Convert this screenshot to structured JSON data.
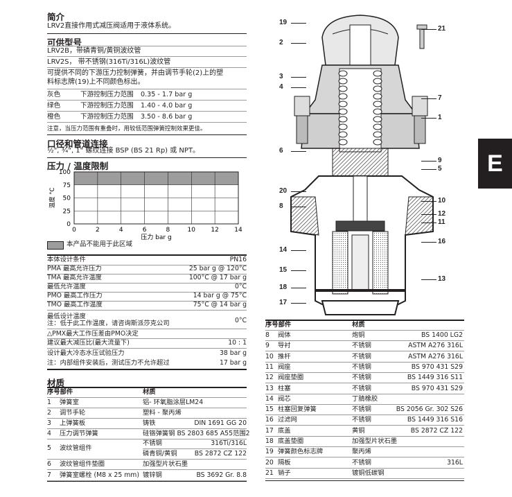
{
  "intro": {
    "heading": "简介",
    "text": "LRV2直接作用式减压阀适用于液体系统。"
  },
  "models": {
    "heading": "可供型号",
    "lines": [
      "LRV2B，带磷青铜/黄铜波纹管",
      "LRV2S，  带不锈钢(316Ti/316L)波纹管"
    ],
    "note1": "可提供不同的下游压力控制弹簧，并由调节手轮(2)上的塑",
    "note2": "料标志牌(19)上不同颜色标出。",
    "springs": [
      {
        "color": "灰色",
        "label": "下游控制压力范围",
        "range": "0.35 - 1.7 bar g"
      },
      {
        "color": "绿色",
        "label": "下游控制压力范围",
        "range": "1.40 - 4.0 bar g"
      },
      {
        "color": "橙色",
        "label": "下游控制压力范围",
        "range": "3.50 - 8.6 bar g"
      }
    ],
    "footnote": "注意，当压力范围有重叠时，用较低范围弹簧控制效果更佳。"
  },
  "connections": {
    "heading": "口径和管道连接",
    "text": "½\", ¾\", 1\" 螺纹连接 BSP (BS 21 Rp) 或 NPT。"
  },
  "limits": {
    "heading": "压力 / 温度限制",
    "legend": "本产品不能用于此区域"
  },
  "chart_data": {
    "type": "area",
    "x_ticks": [
      "0",
      "2",
      "4",
      "6",
      "8",
      "10",
      "12",
      "14"
    ],
    "y_ticks": [
      "0",
      "25",
      "50",
      "75",
      "100"
    ],
    "xlim": [
      0,
      14
    ],
    "ylim": [
      0,
      100
    ],
    "xlabel": "压力 bar g",
    "ylabel": "温度 °C",
    "shaded_region": {
      "y_from": 75,
      "y_to": 100,
      "x_from": 0,
      "x_to": 14
    },
    "grid": true
  },
  "design": [
    {
      "label": "本体设计条件",
      "value": "PN16"
    },
    {
      "label": "PMA 最高允许压力",
      "value": "25 bar g @ 120°C"
    },
    {
      "label": "TMA 最高允许温度",
      "value": "100°C @ 17 bar g"
    },
    {
      "label": "最低允许温度",
      "value": "0°C"
    },
    {
      "label": "PMO 最高工作压力",
      "value": "14 bar g @ 75°C"
    },
    {
      "label": "TMO 最高工作温度",
      "value": "75°C @ 14 bar g"
    }
  ],
  "min_temp": {
    "label1": "最低设计温度",
    "label2": "注：低于此工作温度，请咨询斯派莎克公司",
    "value": "0°C"
  },
  "dpmx": {
    "label": "△PMX最大工作压差由PMO决定",
    "row1_label": "建议最大减压比(最大流量下)",
    "row1_value": "10 : 1",
    "row2_label": "设计最大冷态水压试验压力",
    "row2_value": "38 bar g",
    "row3_label": "注：内部组件安装后，测试压力不允许超过",
    "row3_value": "17 bar g"
  },
  "materials": {
    "heading": "材质",
    "col_no": "序号部件",
    "col_mat": "材质",
    "left": [
      {
        "no": "1",
        "part": "弹簧室",
        "mat": "铝- 环氧脂涂层LM24",
        "std": ""
      },
      {
        "no": "2",
        "part": "调节手轮",
        "mat": "塑料 - 聚丙烯",
        "std": ""
      },
      {
        "no": "3",
        "part": "上弹簧板",
        "mat": "铸铁",
        "std": "DIN 1691 GG 20"
      },
      {
        "no": "4",
        "part": "压力调节弹簧",
        "mat": "硅铬弹簧钢 BS 2803 685 A55范围2",
        "std": ""
      },
      {
        "no": "6",
        "part": "波纹管组件垫圈",
        "mat": "加强型片状石墨",
        "std": ""
      },
      {
        "no": "7",
        "part": "弹簧室螺栓 (M8 x 25 mm)",
        "mat": "镀锌钢",
        "std": "BS 3692 Gr. 8.8"
      }
    ],
    "bellows": {
      "no": "5",
      "part": "波纹管组件",
      "mat1": "不锈钢",
      "std1": "316Ti/316L",
      "mat2": "磷青铜/黄铜",
      "std2": "BS 2872 CZ 122"
    },
    "right": [
      {
        "no": "8",
        "part": "阀体",
        "mat": "炮铜",
        "std": "BS 1400 LG2"
      },
      {
        "no": "9",
        "part": "导衬",
        "mat": "不锈钢",
        "std": "ASTM A276 316L"
      },
      {
        "no": "10",
        "part": "推杆",
        "mat": "不锈钢",
        "std": "ASTM A276 316L"
      },
      {
        "no": "11",
        "part": "阀座",
        "mat": "不锈钢",
        "std": "BS 970 431 S29"
      },
      {
        "no": "12",
        "part": "阀座垫圈",
        "mat": "不锈钢",
        "std": "BS 1449 316 S11"
      },
      {
        "no": "13",
        "part": "柱塞",
        "mat": "不锈钢",
        "std": "BS 970 431 S29"
      },
      {
        "no": "14",
        "part": "阀芯",
        "mat": "丁腈橡胶",
        "std": ""
      },
      {
        "no": "15",
        "part": "柱塞回复弹簧",
        "mat": "不锈钢",
        "std": "BS 2056 Gr. 302 S26"
      },
      {
        "no": "16",
        "part": "过滤网",
        "mat": "不锈钢",
        "std": "BS 1449 316 S16"
      },
      {
        "no": "17",
        "part": "底盖",
        "mat": "黄铜",
        "std": "BS 2872 CZ 122"
      },
      {
        "no": "18",
        "part": "底盖垫圈",
        "mat": "加强型片状石墨",
        "std": ""
      },
      {
        "no": "19",
        "part": "弹簧颜色标志牌",
        "mat": "聚丙烯",
        "std": ""
      },
      {
        "no": "20",
        "part": "隔板",
        "mat": "不锈钢",
        "std": "316L"
      },
      {
        "no": "21",
        "part": "销子",
        "mat": "镀铜低碳钢",
        "std": ""
      }
    ]
  },
  "diagram": {
    "callouts_left": [
      "19",
      "2",
      "3",
      "4",
      "6",
      "20",
      "8",
      "14",
      "15",
      "18",
      "17"
    ],
    "callouts_right": [
      "21",
      "7",
      "1",
      "9",
      "5",
      "10",
      "12",
      "11",
      "16",
      "13"
    ]
  },
  "section_tab": "E"
}
